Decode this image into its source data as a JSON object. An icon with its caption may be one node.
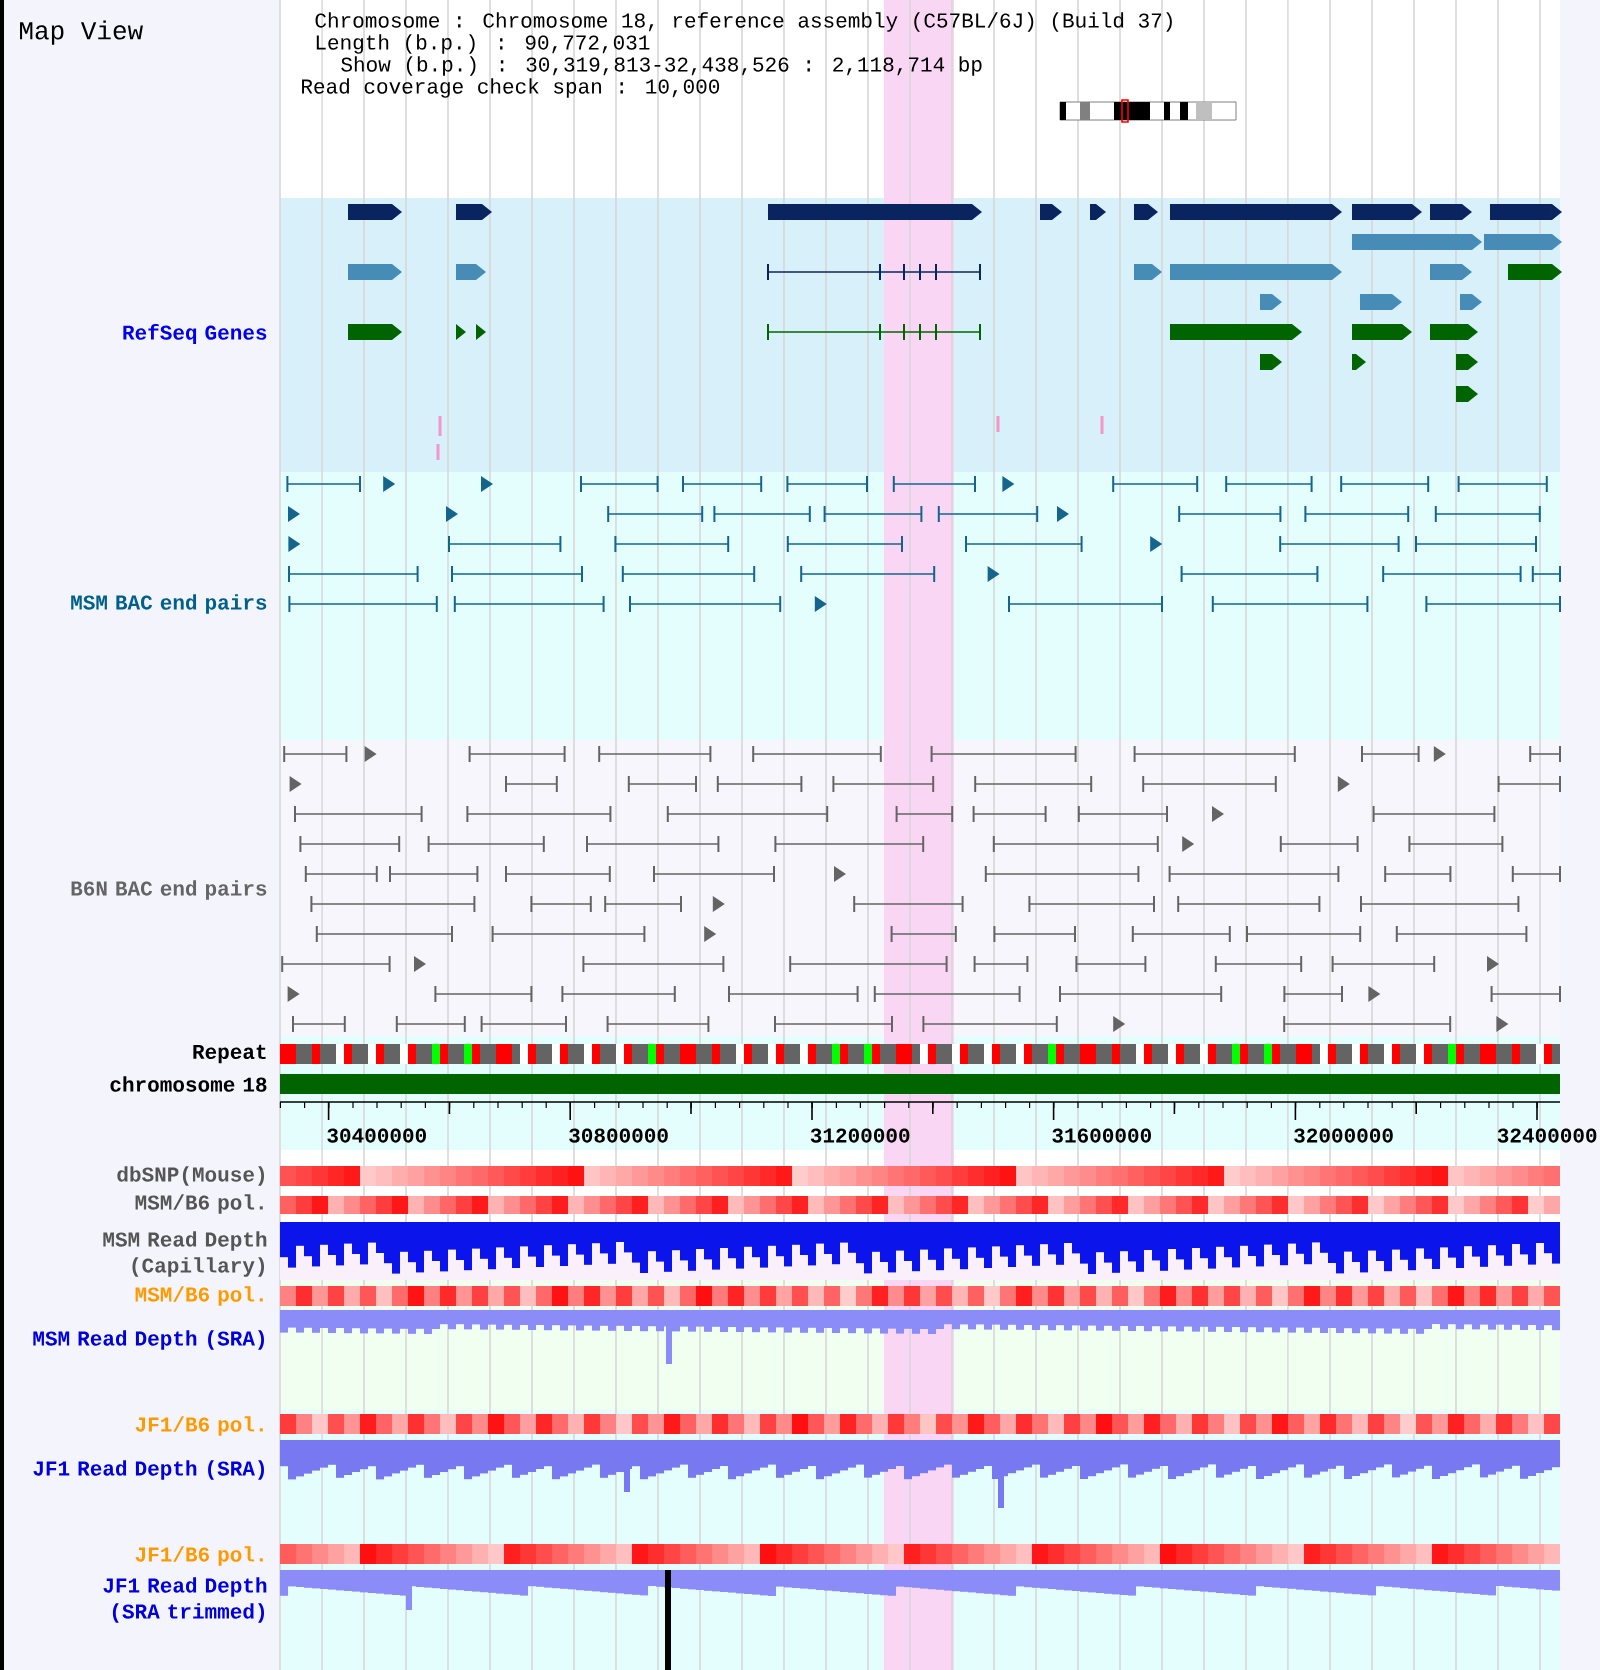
{
  "diagram": {
    "title": "Map View",
    "labels": [
      "Chromosome : Chromosome 18, reference assembly (C57BL/6J) (Build 37)",
      "Length (b.p.) : 90,772,031",
      "Show (b.p.) : 30,319,813-32,438,526 : 2,118,714 bp",
      "Read coverage check span : 10,000",
      "RefSeq Genes",
      "MSM BAC end pairs",
      "B6N BAC end pairs",
      "Repeat",
      "chromosome 18",
      "30400000",
      "30800000",
      "31200000",
      "31600000",
      "32000000",
      "32400000",
      "dbSNP(Mouse)",
      "MSM/B6 pol.",
      "MSM Read Depth (Capillary)",
      "MSM/B6 pol.",
      "MSM Read Depth (SRA)",
      "JF1/B6 pol.",
      "JF1 Read Depth (SRA)",
      "JF1/B6 pol.",
      "JF1 Read Depth (SRA trimmed)"
    ]
  }
}
